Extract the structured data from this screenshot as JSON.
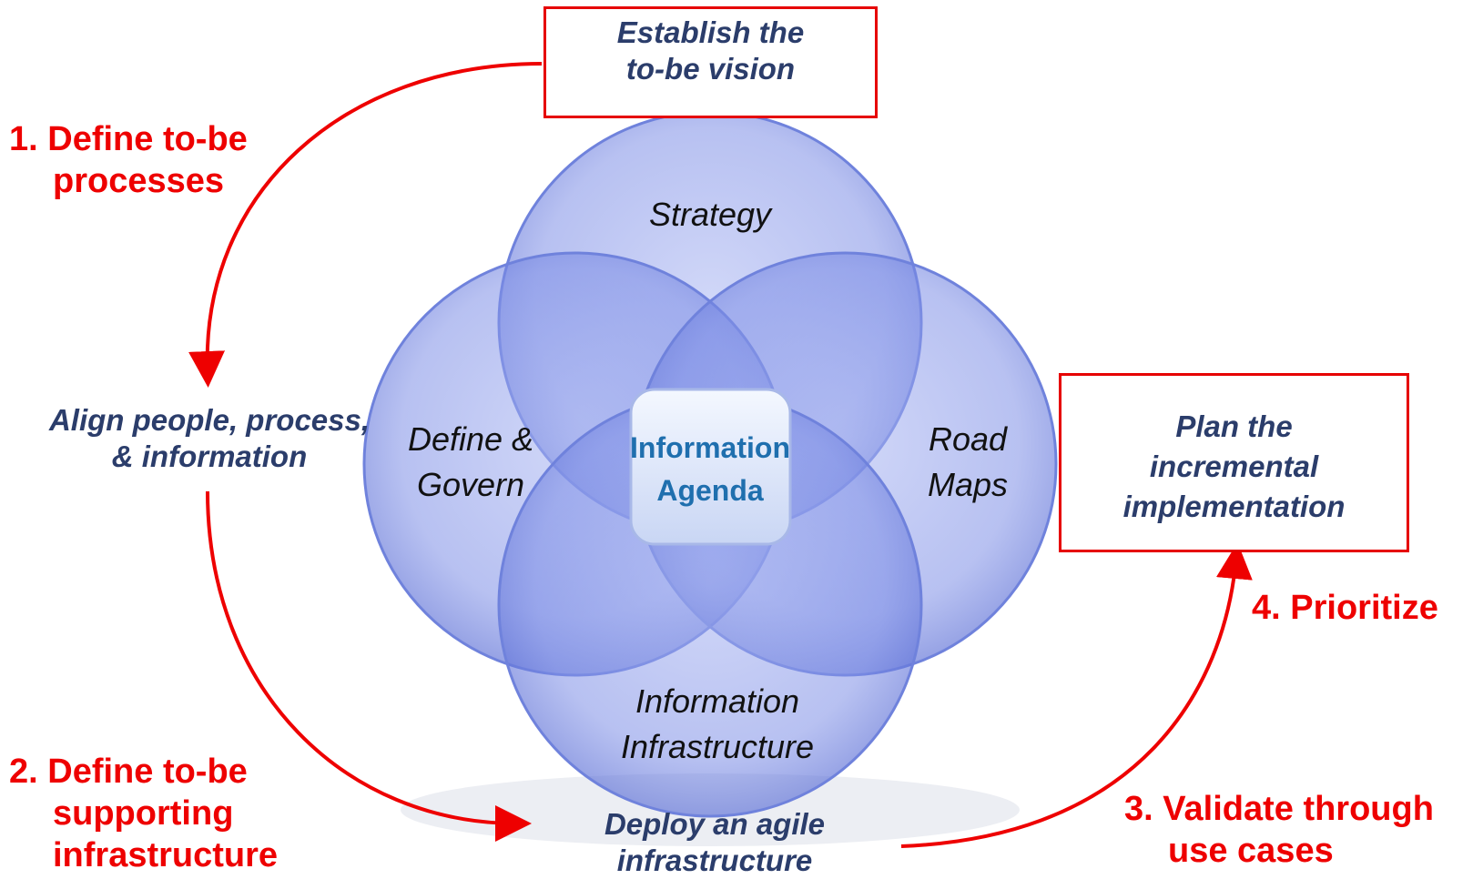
{
  "venn": {
    "top": "Strategy",
    "left_line1": "Define &",
    "left_line2": "Govern",
    "right_line1": "Road",
    "right_line2": "Maps",
    "bottom_line1": "Information",
    "bottom_line2": "Infrastructure",
    "center_line1": "Information",
    "center_line2": "Agenda"
  },
  "goals": {
    "establish_line1": "Establish the",
    "establish_line2": "to-be vision",
    "align_line1": "Align people, process,",
    "align_line2": "& information",
    "deploy_line1": "Deploy an agile",
    "deploy_line2": "infrastructure",
    "plan_line1": "Plan the",
    "plan_line2": "incremental",
    "plan_line3": "implementation"
  },
  "steps": {
    "step1_line1": "1. Define to-be",
    "step1_line2": "processes",
    "step2_line1": "2. Define to-be",
    "step2_line2": "supporting",
    "step2_line3": "infrastructure",
    "step3_line1": "3. Validate through",
    "step3_line2": "use cases",
    "step4": "4. Prioritize"
  },
  "colors": {
    "arrow": "#ee0000",
    "step_text": "#ee0000",
    "goal_text": "#2b3d6b",
    "circle_fill": "#7f8fe6",
    "center_text": "#1f6fae"
  }
}
